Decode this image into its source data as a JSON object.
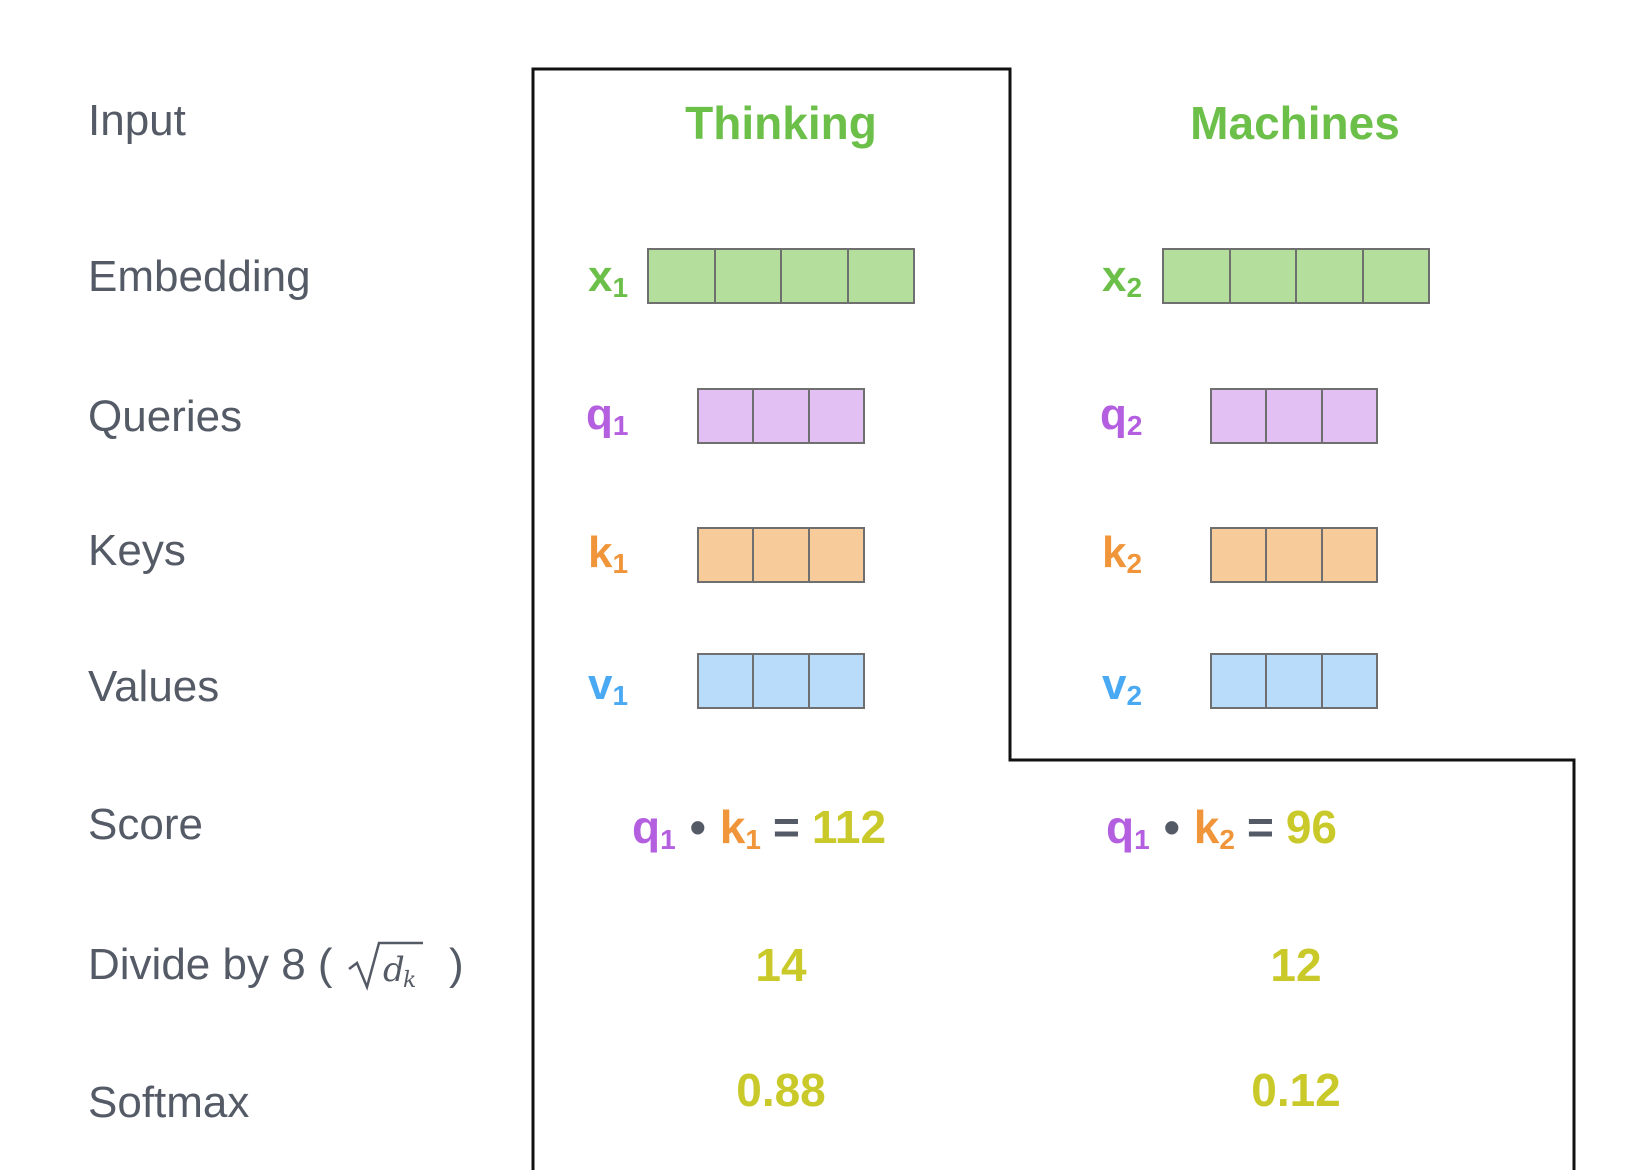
{
  "colors": {
    "label": "#555b66",
    "green_text": "#6cc04a",
    "green_fill": "#b3de9b",
    "purple_text": "#b45ee0",
    "purple_fill": "#e2c0f3",
    "orange_text": "#f0953a",
    "orange_fill": "#f8cc9a",
    "blue_text": "#4aa9f3",
    "blue_fill": "#b8dcfa",
    "yellow_text": "#c9c92a"
  },
  "rows": {
    "input": "Input",
    "embedding": "Embedding",
    "queries": "Queries",
    "keys": "Keys",
    "values": "Values",
    "score": "Score",
    "divide": "Divide by 8 (",
    "divide_close": ")",
    "softmax": "Softmax"
  },
  "words": [
    {
      "text": "Thinking",
      "x": "x",
      "x_sub": "1",
      "q": "q",
      "q_sub": "1",
      "k": "k",
      "k_sub": "1",
      "v": "v",
      "v_sub": "1",
      "score_q": "q",
      "score_q_sub": "1",
      "score_dot": "•",
      "score_k": "k",
      "score_k_sub": "1",
      "score_eq": "=",
      "score_value": "112",
      "divided": "14",
      "softmax": "0.88"
    },
    {
      "text": "Machines",
      "x": "x",
      "x_sub": "2",
      "q": "q",
      "q_sub": "2",
      "k": "k",
      "k_sub": "2",
      "v": "v",
      "v_sub": "2",
      "score_q": "q",
      "score_q_sub": "1",
      "score_dot": "•",
      "score_k": "k",
      "score_k_sub": "2",
      "score_eq": "=",
      "score_value": "96",
      "divided": "12",
      "softmax": "0.12"
    }
  ],
  "vector_sizes": {
    "embedding": 4,
    "query": 3,
    "key": 3,
    "value": 3
  }
}
